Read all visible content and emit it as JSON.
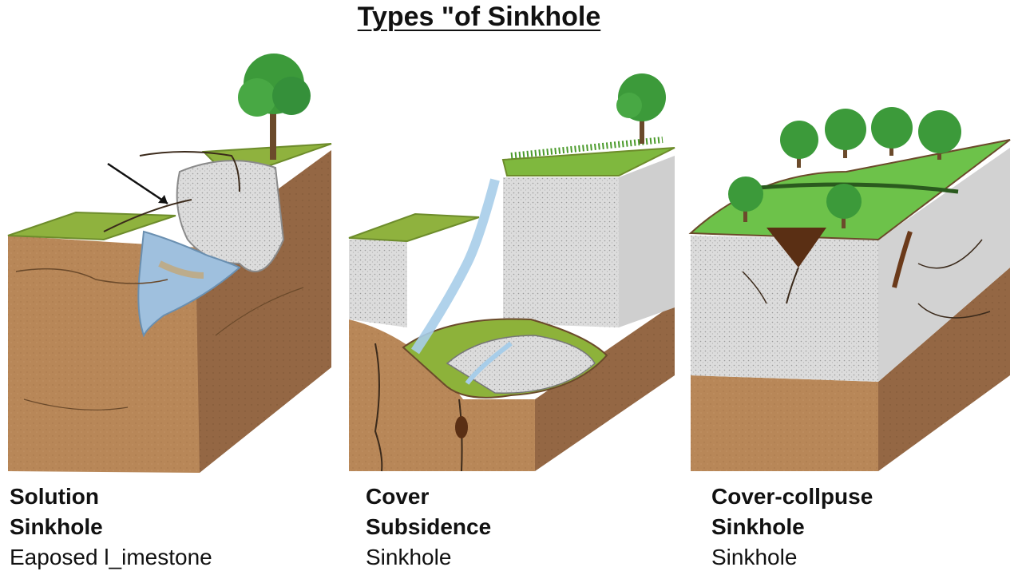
{
  "title": "Types \"of Sinkhole",
  "panels": [
    {
      "line1": "Solution",
      "line2": "Sinkhole",
      "line3": "Eaposed l_imestone"
    },
    {
      "line1": "Cover",
      "line2": "Subsidence",
      "line3": "Sinkhole"
    },
    {
      "line1": "Cover-collpuse",
      "line2": "Sinkhole",
      "line3": "Sinkhole"
    }
  ],
  "colors": {
    "soil": "#b5855a",
    "soil_side": "#8f6440",
    "grass": "#8db23a",
    "grass_bright": "#5cb53a",
    "limestone": "#d9d9d9",
    "water": "#9fc6e6",
    "tree": "#3c9a3a",
    "trunk": "#6b4a2b"
  }
}
